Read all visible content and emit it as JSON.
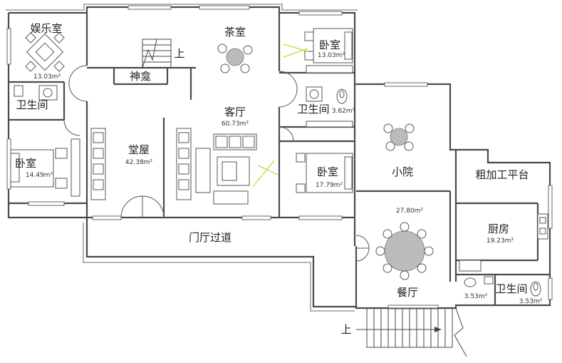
{
  "rooms": {
    "entertainment": {
      "name": "娱乐室",
      "area": "13.03m²"
    },
    "tea_room": {
      "name": "茶室"
    },
    "bedroom_ne": {
      "name": "卧室",
      "area": "13.03m²"
    },
    "shrine": {
      "name": "神龛"
    },
    "bathroom_w": {
      "name": "卫生间"
    },
    "bathroom_mid": {
      "name": "卫生间",
      "area": "3.62m²"
    },
    "living_room": {
      "name": "客厅",
      "area": "60.73m²"
    },
    "bedroom_w": {
      "name": "卧室",
      "area": "14.49m²"
    },
    "main_hall": {
      "name": "堂屋",
      "area": "42.38m²"
    },
    "bedroom_e": {
      "name": "卧室",
      "area": "17.79m²"
    },
    "courtyard": {
      "name": "小院"
    },
    "rough_platform": {
      "name": "粗加工平台"
    },
    "dining_area": {
      "area": "27.80m²"
    },
    "kitchen": {
      "name": "厨房",
      "area": "19.23m²"
    },
    "foyer_corridor": {
      "name": "门厅过道"
    },
    "bathroom_se": {
      "name": "卫生间",
      "area": "3.53m²"
    },
    "storage_se": {
      "area": "3.53m²"
    },
    "dining_room": {
      "name": "餐厅"
    }
  },
  "stairs": {
    "inner_up": "上",
    "outer_up": "上"
  }
}
